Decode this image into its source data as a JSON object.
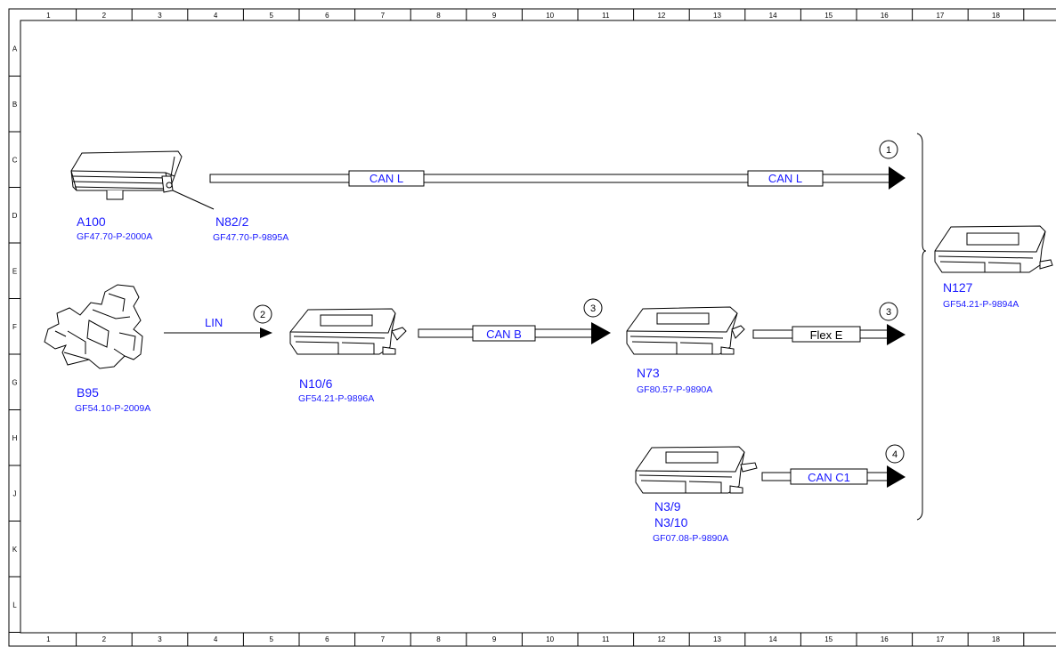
{
  "grid": {
    "columns": [
      "1",
      "2",
      "3",
      "4",
      "5",
      "6",
      "7",
      "8",
      "9",
      "10",
      "11",
      "12",
      "13",
      "14",
      "15",
      "16",
      "17",
      "18"
    ],
    "rows": [
      "A",
      "B",
      "C",
      "D",
      "E",
      "F",
      "G",
      "H",
      "J",
      "K",
      "L"
    ]
  },
  "components": {
    "a100": {
      "label": "A100",
      "doc": "GF47.70-P-2000A"
    },
    "n82_2": {
      "label": "N82/2",
      "doc": "GF47.70-P-9895A"
    },
    "b95": {
      "label": "B95",
      "doc": "GF54.10-P-2009A"
    },
    "n10_6": {
      "label": "N10/6",
      "doc": "GF54.21-P-9896A"
    },
    "n73": {
      "label": "N73",
      "doc": "GF80.57-P-9890A"
    },
    "n3_9": {
      "label": "N3/9",
      "label2": "N3/10",
      "doc": "GF07.08-P-9890A"
    },
    "n127": {
      "label": "N127",
      "doc": "GF54.21-P-9894A"
    }
  },
  "connections": {
    "can_l_1": "CAN L",
    "can_l_2": "CAN L",
    "lin": "LIN",
    "can_b": "CAN B",
    "flex_e": "Flex E",
    "can_c1": "CAN C1"
  },
  "refs": {
    "r1": "1",
    "r2": "2",
    "r3a": "3",
    "r3b": "3",
    "r4": "4"
  }
}
